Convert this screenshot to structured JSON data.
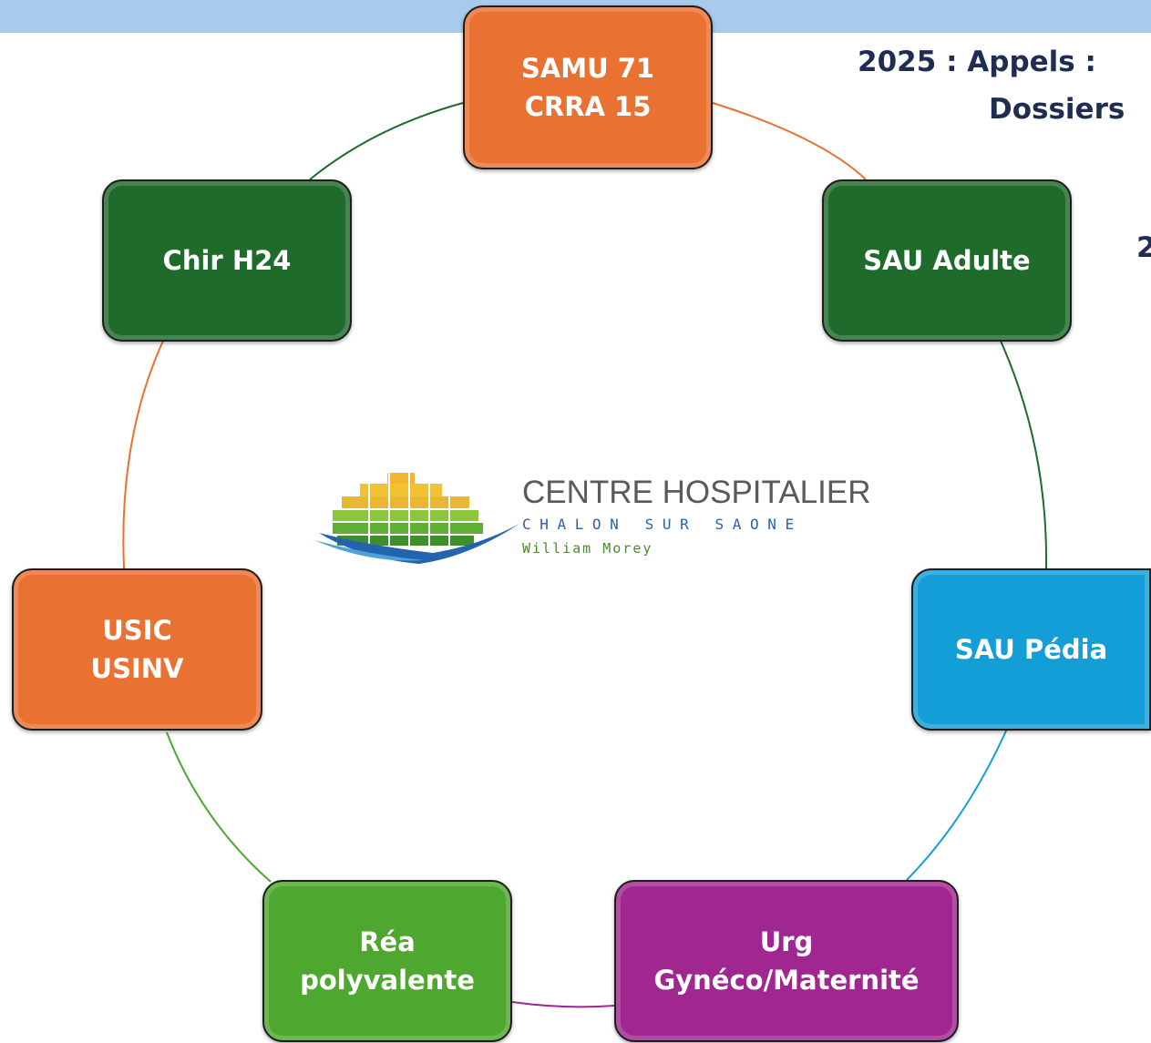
{
  "header": {
    "line1": "2025 : Appels :",
    "line2": "Dossiers",
    "line3": "2"
  },
  "logo": {
    "name": "CENTRE HOSPITALIER",
    "location": "CHALON SUR SAONE",
    "signature": "William Morey"
  },
  "nodes": [
    {
      "id": "samu",
      "lines": [
        "SAMU 71",
        "CRRA 15"
      ],
      "color": "#e97132"
    },
    {
      "id": "sau-adulte",
      "lines": [
        "SAU Adulte"
      ],
      "color": "#1e6b2b"
    },
    {
      "id": "sau-pedia",
      "lines": [
        "SAU Pédia"
      ],
      "color": "#139ed8"
    },
    {
      "id": "urg-gyneco",
      "lines": [
        "Urg",
        "Gynéco/Maternité"
      ],
      "color": "#a0278f"
    },
    {
      "id": "rea",
      "lines": [
        "Réa",
        "polyvalente"
      ],
      "color": "#4ea72e"
    },
    {
      "id": "usic",
      "lines": [
        "USIC",
        "USINV"
      ],
      "color": "#e97132"
    },
    {
      "id": "chir",
      "lines": [
        "Chir H24"
      ],
      "color": "#1e6b2b"
    }
  ],
  "edge_colors": {
    "samu_to_sau_adulte": "#e97132",
    "sau_adulte_to_sau_pedia": "#1e6b2b",
    "sau_pedia_to_urg_gyneco": "#139ed8",
    "urg_gyneco_to_rea": "#a0278f",
    "rea_to_usic": "#4ea72e",
    "usic_to_chir": "#e97132",
    "chir_to_samu": "#1e6b2b"
  }
}
